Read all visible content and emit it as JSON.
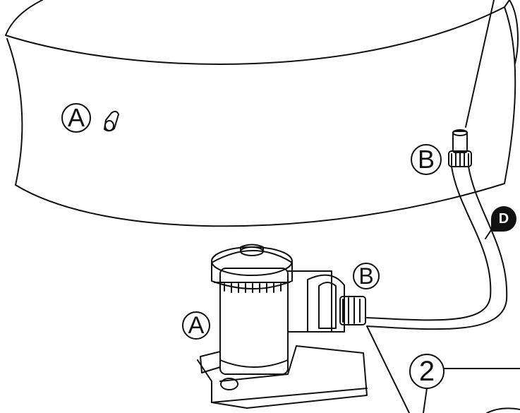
{
  "callouts": {
    "a_pool": "A",
    "b_hose_top": "B",
    "b_pump": "B",
    "a_pump": "A",
    "step": "2",
    "badge": "D"
  }
}
